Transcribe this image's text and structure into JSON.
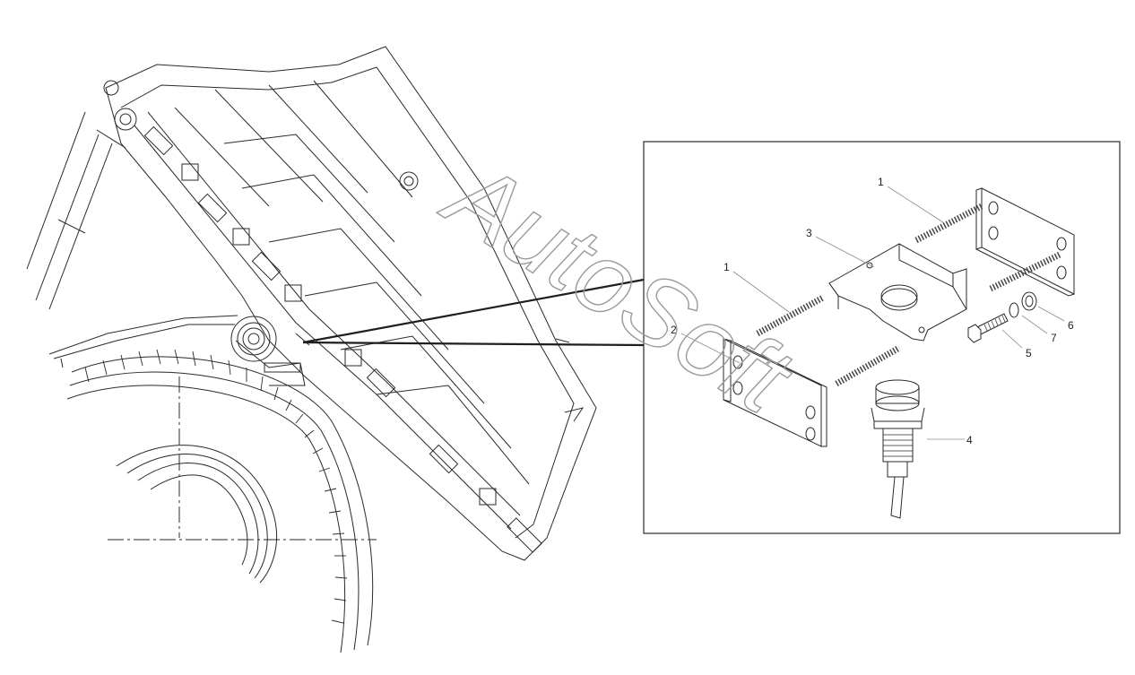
{
  "watermark": "AutoSoft",
  "callouts": [
    {
      "id": "1",
      "text": "1"
    },
    {
      "id": "1b",
      "text": "1"
    },
    {
      "id": "2",
      "text": "2"
    },
    {
      "id": "3",
      "text": "3"
    },
    {
      "id": "4",
      "text": "4"
    },
    {
      "id": "5",
      "text": "5"
    },
    {
      "id": "6",
      "text": "6"
    },
    {
      "id": "7",
      "text": "7"
    }
  ],
  "colors": {
    "line": "#2a2a2a",
    "light": "#8c8c8c",
    "watermark": "#9a9a9a"
  }
}
